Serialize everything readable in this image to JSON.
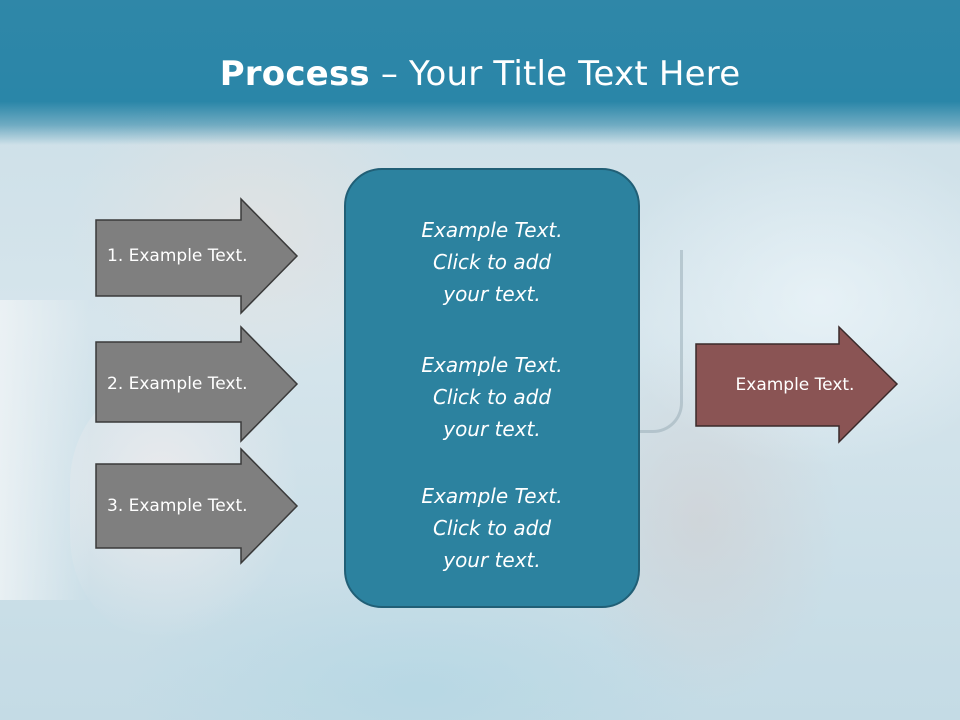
{
  "slide": {
    "title_strong": "Process",
    "title_rest": " – Your Title Text Here",
    "left_arrows": [
      {
        "label": "1. Example Text."
      },
      {
        "label": "2. Example Text."
      },
      {
        "label": "3. Example Text."
      }
    ],
    "center_blocks": [
      {
        "lines": [
          "Example Text.",
          "Click  to add",
          "your text."
        ]
      },
      {
        "lines": [
          "Example Text.",
          "Click  to add",
          "your text."
        ]
      },
      {
        "lines": [
          "Example Text.",
          "Click  to add",
          "your text."
        ]
      }
    ],
    "right_arrow": {
      "label": "Example Text."
    }
  },
  "colors": {
    "header": "#2a86a8",
    "left_arrow_fill": "#7f7f7f",
    "right_arrow_fill": "#8a5454",
    "center_box_fill": "#2c829f"
  }
}
